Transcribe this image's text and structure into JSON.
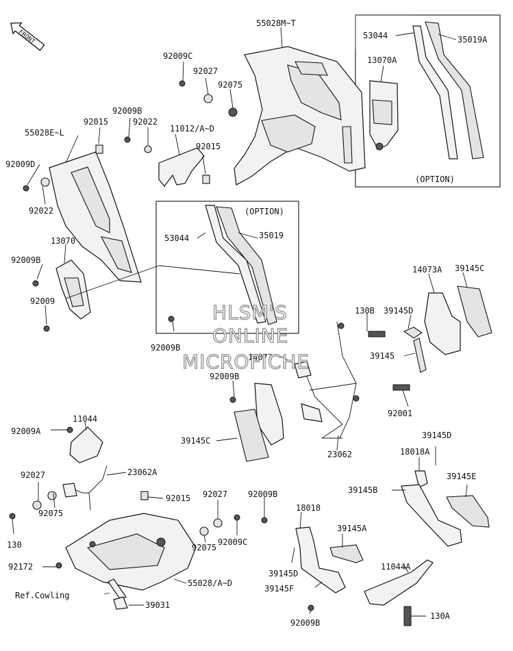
{
  "front_label": "FRONT",
  "option_label": "(OPTION)",
  "watermark": [
    "HLSM'S",
    "ONLINE",
    "MICROFICHE"
  ],
  "ref_label": "Ref.Cowling",
  "parts": [
    "55028M~T",
    "53044",
    "35019A",
    "13070A",
    "92009C",
    "92027",
    "92075",
    "92009B",
    "92022",
    "11012/A~D",
    "92015",
    "55028E~L",
    "92015",
    "92009D",
    "92022",
    "13070",
    "92009B",
    "92009",
    "53044",
    "35019",
    "92009B",
    "14073A",
    "39145C",
    "130B",
    "39145D",
    "39145",
    "14073",
    "92009B",
    "92001",
    "39145C",
    "23062",
    "11044",
    "92009A",
    "92027",
    "23062A",
    "92075",
    "92015",
    "92027",
    "92009B",
    "18018",
    "130",
    "92075",
    "92009C",
    "39145A",
    "18018A",
    "39145D",
    "39145E",
    "39145B",
    "92172",
    "39145D",
    "11044A",
    "39145F",
    "55028/A~D",
    "39031",
    "92009B",
    "130A"
  ]
}
